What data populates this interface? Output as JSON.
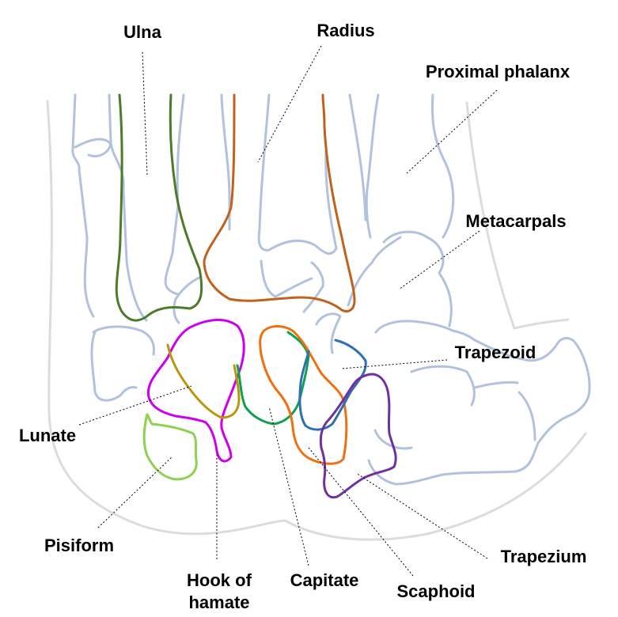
{
  "labels": {
    "ulna": "Ulna",
    "radius": "Radius",
    "proximal_phalanx": "Proximal phalanx",
    "metacarpals": "Metacarpals",
    "trapezoid": "Trapezoid",
    "lunate": "Lunate",
    "pisiform": "Pisiform",
    "hook_of_hamate_line1": "Hook of",
    "hook_of_hamate_line2": "hamate",
    "capitate": "Capitate",
    "scaphoid": "Scaphoid",
    "trapezium": "Trapezium"
  },
  "colors": {
    "background_bones": "#b2c2de",
    "soft_tissue_outline": "#dcdcdc",
    "ulna": "#4e7a2c",
    "radius": "#c0621e",
    "lunate": "#cc00ee",
    "triquetrum_hamate": "#b8960e",
    "pisiform": "#8fd050",
    "capitate": "#0fa050",
    "scaphoid": "#f07010",
    "trapezoid": "#2e70b0",
    "trapezium": "#7030a0",
    "text": "#000000"
  }
}
